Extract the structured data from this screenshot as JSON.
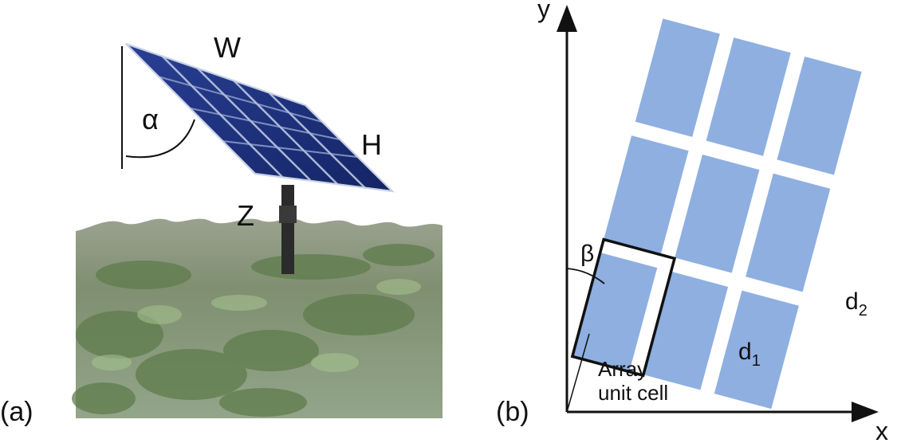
{
  "panel_a": {
    "tag": "(a)",
    "width_label": "W",
    "height_label": "H",
    "tilt_label": "α",
    "post_label": "Z"
  },
  "panel_b": {
    "tag": "(b)",
    "y_axis": "y",
    "x_axis": "x",
    "angle_label": "β",
    "gap_label_1": "d",
    "gap_label_1_sub": "1",
    "gap_label_2": "d",
    "gap_label_2_sub": "2",
    "unit_cell_line1": "Array",
    "unit_cell_line2": "unit cell"
  },
  "colors": {
    "module_fill": "#8eafe0",
    "panel_blue": "#1c2f78",
    "foliage": "#6f8a5e",
    "ink": "#111111"
  }
}
